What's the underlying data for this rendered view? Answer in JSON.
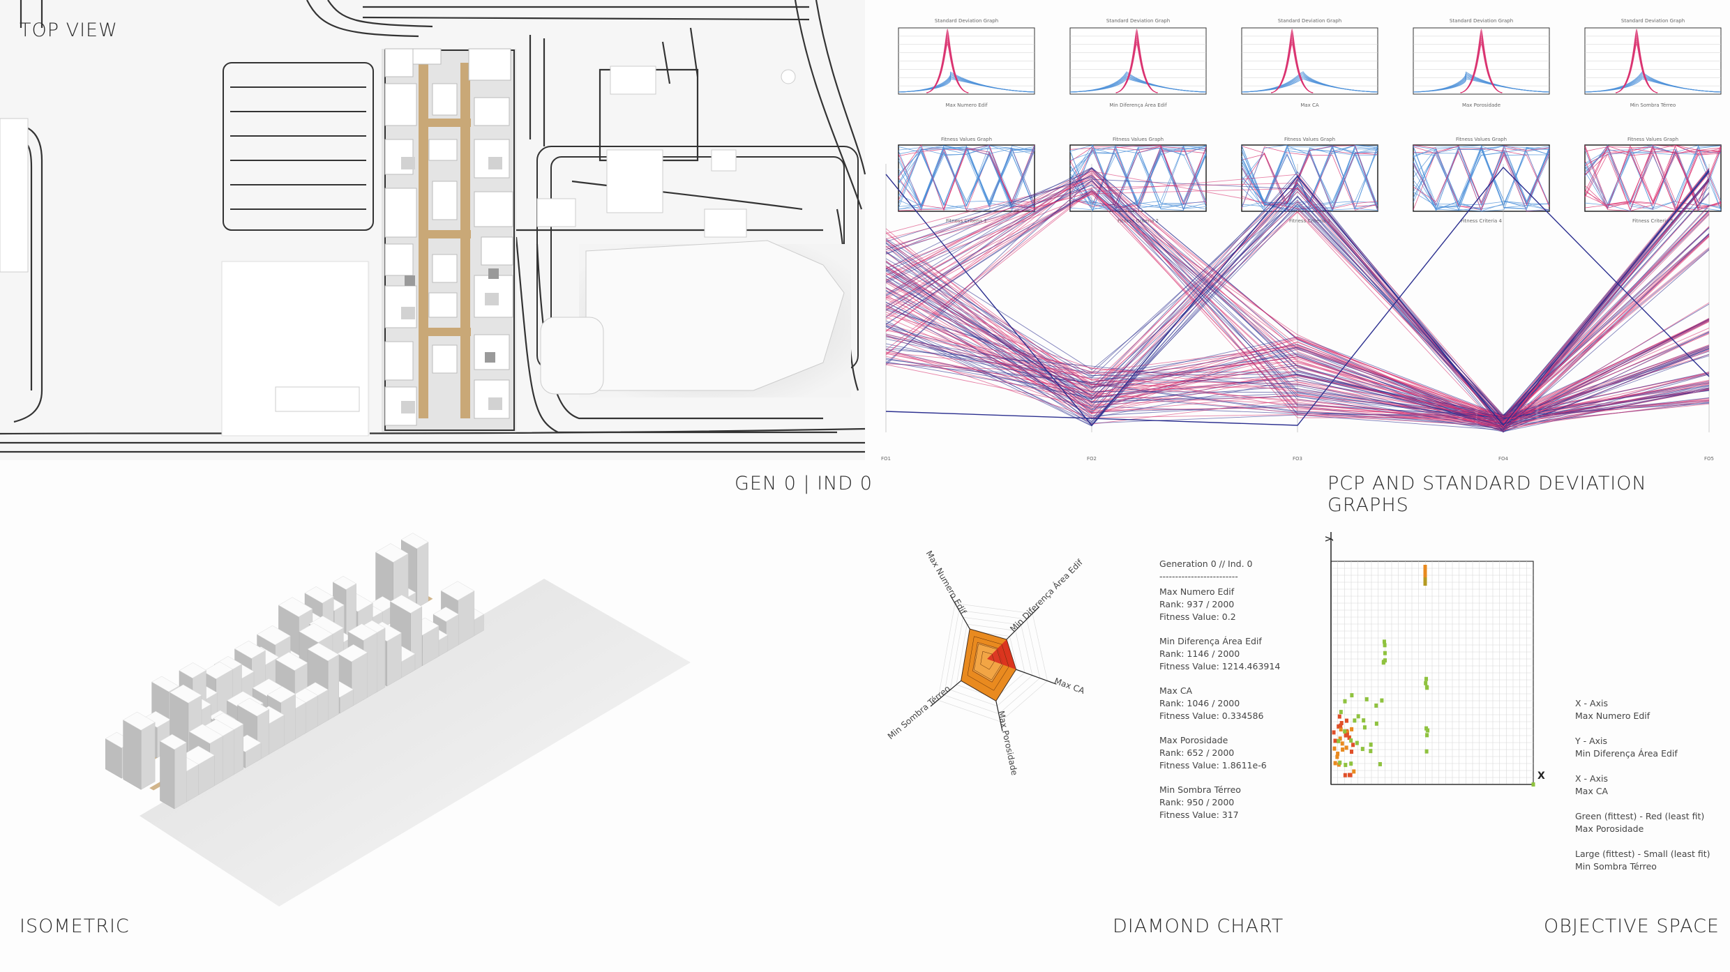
{
  "labels": {
    "top_view": "TOP VIEW",
    "gen_ind": "GEN 0 | IND 0",
    "pcp": "PCP AND STANDARD DEVIATION GRAPHS",
    "isometric": "ISOMETRIC",
    "diamond": "DIAMOND CHART",
    "objective_space": "OBJECTIVE SPACE"
  },
  "sd_graphs": [
    {
      "title": "Standard Deviation Graph",
      "sub": "Max Numero Edif"
    },
    {
      "title": "Standard Deviation Graph",
      "sub": "Min Diferença Área Edif"
    },
    {
      "title": "Standard Deviation Graph",
      "sub": "Max CA"
    },
    {
      "title": "Standard Deviation Graph",
      "sub": "Max Porosidade"
    },
    {
      "title": "Standard Deviation Graph",
      "sub": "Min Sombra Térreo"
    }
  ],
  "fv_graphs": [
    {
      "title": "Fitness Values Graph",
      "sub": "Fitness Criteria 1"
    },
    {
      "title": "Fitness Values Graph",
      "sub": "Fitness Criteria 2"
    },
    {
      "title": "Fitness Values Graph",
      "sub": "Fitness Criteria 3"
    },
    {
      "title": "Fitness Values Graph",
      "sub": "Fitness Criteria 4"
    },
    {
      "title": "Fitness Values Graph",
      "sub": "Fitness Criteria 5"
    }
  ],
  "pcp_axes": [
    "FO1",
    "FO2",
    "FO3",
    "FO4",
    "FO5"
  ],
  "diamond": {
    "axes": [
      "Max Numero Edif",
      "Min Diferença Área Edif",
      "Max CA",
      "Max Porosidade",
      "Min Sombra Térreo"
    ],
    "values": [
      0.54,
      0.43,
      0.48,
      0.67,
      0.53
    ]
  },
  "info": {
    "header": "Generation 0 // Ind. 0",
    "divider": "-------------------------",
    "objectives": [
      {
        "name": "Max Numero Edif",
        "rank": "Rank: 937 / 2000",
        "fitness": "Fitness Value: 0.2"
      },
      {
        "name": "Min Diferença Área Edif",
        "rank": "Rank: 1146 / 2000",
        "fitness": "Fitness Value: 1214.463914"
      },
      {
        "name": "Max CA",
        "rank": "Rank: 1046 / 2000",
        "fitness": "Fitness Value: 0.334586"
      },
      {
        "name": "Max Porosidade",
        "rank": "Rank: 652 / 2000",
        "fitness": "Fitness Value: 1.8611e-6"
      },
      {
        "name": "Min Sombra Térreo",
        "rank": "Rank: 950 / 2000",
        "fitness": "Fitness Value: 317"
      }
    ]
  },
  "objective_space": {
    "y_axis_label": "y",
    "x_marker": "X",
    "legend": [
      {
        "line1": "X - Axis",
        "line2": "Max Numero Edif"
      },
      {
        "line1": "Y - Axis",
        "line2": "Min Diferença Área Edif"
      },
      {
        "line1": "X - Axis",
        "line2": "Max CA"
      },
      {
        "line1": "Green (fittest) - Red (least fit)",
        "line2": "Max Porosidade"
      },
      {
        "line1": "Large (fittest) - Small (least fit)",
        "line2": "Min Sombra Térreo"
      }
    ]
  },
  "colors": {
    "pcp_blue": "#2b2f8f",
    "pcp_pink": "#d9306e",
    "sd_blue": "#4a8fd8",
    "diamond_orange": "#e98a1f",
    "diamond_red": "#d8261e",
    "scatter_green": "#8fc23f",
    "scatter_red": "#e0502a",
    "walkway": "#c9a877"
  }
}
